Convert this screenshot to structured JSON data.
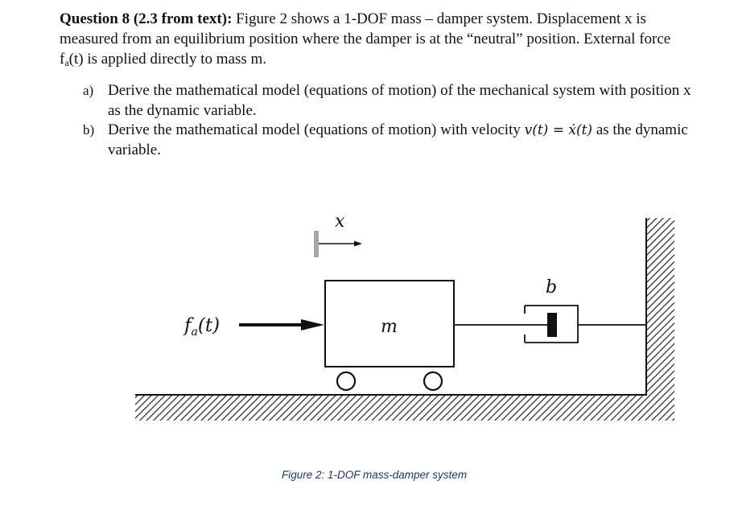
{
  "question": {
    "heading": "Question 8 (2.3 from text):",
    "text_1": " Figure 2 shows a 1-DOF mass – damper system. Displacement x is measured from an equilibrium position where the damper is at the “neutral” position. External force f",
    "text_sub": "a",
    "text_2": "(t) is applied directly to mass m."
  },
  "items": [
    {
      "marker": "a)",
      "text": "Derive the mathematical model (equations of motion) of the mechanical system with position x as the dynamic variable."
    },
    {
      "marker": "b)",
      "text_1": "Derive the mathematical model (equations of motion) with velocity ",
      "math_lhs": "v(t)",
      "math_eq": " = ",
      "math_rhs": "ẋ(t)",
      "text_2": " as the dynamic variable."
    }
  ],
  "figure": {
    "label_x": "x",
    "label_b": "b",
    "label_m": "m",
    "label_force_f": "f",
    "label_force_sub": "a",
    "label_force_arg": "(t)",
    "caption": "Figure 2: 1-DOF mass-damper system"
  }
}
